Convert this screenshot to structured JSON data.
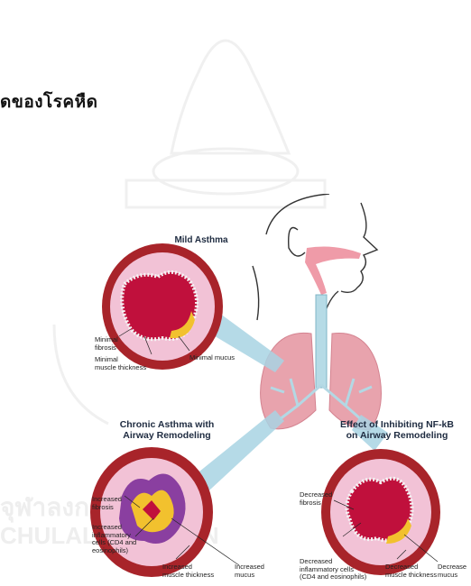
{
  "heading": "ดของโรคหืด",
  "panels": {
    "mild": {
      "title": "Mild Asthma",
      "labels": [
        "Minimal\nfibrosis",
        "Minimal\nmuscle thickness",
        "Minimal mucus"
      ]
    },
    "chronic": {
      "title": "Chronic Asthma with\nAirway Remodeling",
      "labels": [
        "Increased\nfibrosis",
        "Increased\ninflammatory\ncells (CD4 and\neosinophils)",
        "Increased\nmuscle thickness",
        "Increased\nmucus"
      ]
    },
    "inhibited": {
      "title": "Effect of Inhibiting NF-kB\non Airway Remodeling",
      "labels": [
        "Decreased\nfibrosis",
        "Decreased\ninflammatory cells\n(CD4 and eosinophils)",
        "Decreased\nmuscle thickness",
        "Decrease\nmucus"
      ]
    }
  },
  "watermark": {
    "thai": "จุฬาลงกรณ์",
    "latin": "CHULALONGKORN"
  },
  "colors": {
    "muscle": "#a8242a",
    "submucosa": "#f2c2d6",
    "lumen": "#c0103c",
    "mucus": "#f2c12e",
    "airway": "#9fd0e0",
    "lung": "#e8a3ad"
  }
}
